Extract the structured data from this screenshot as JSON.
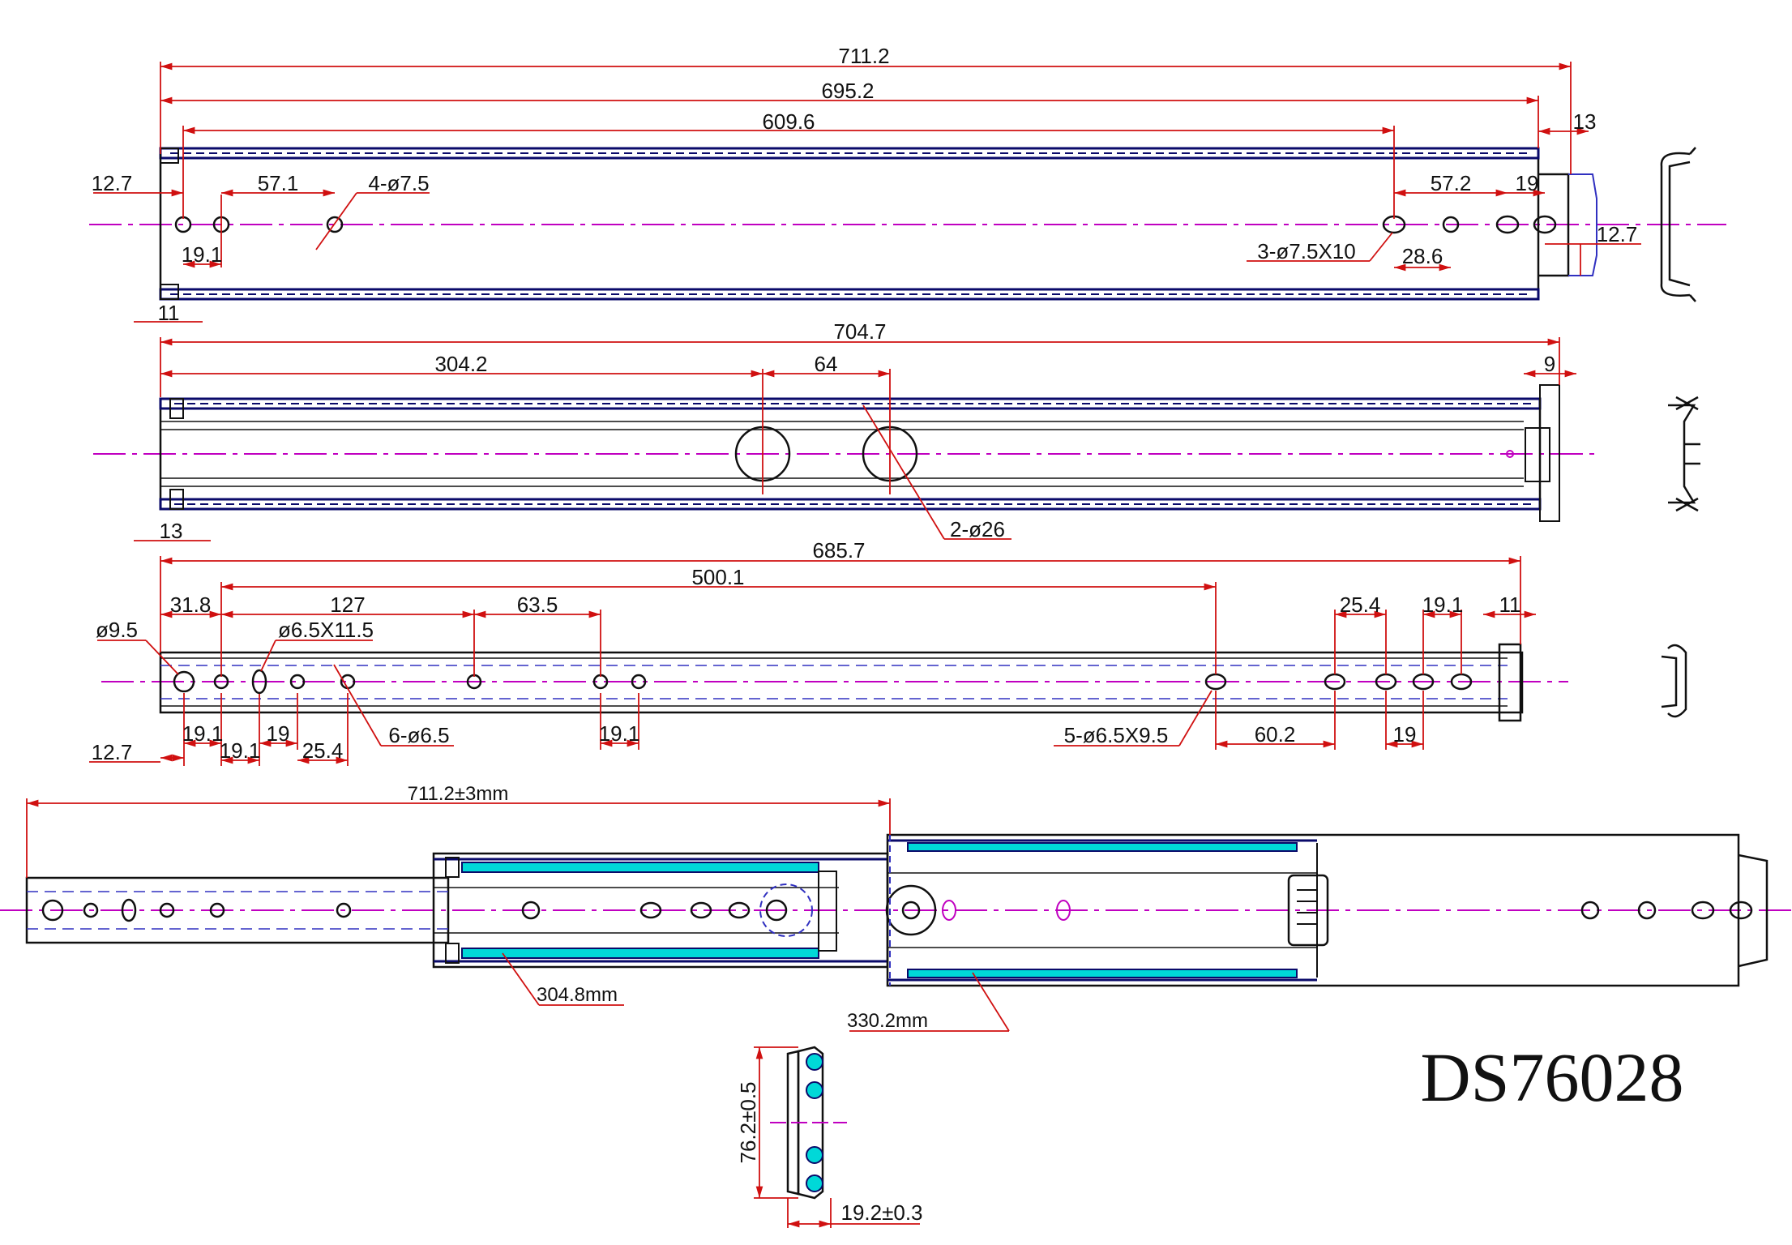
{
  "model_number": "DS76028",
  "colors": {
    "dimension": "#d01010",
    "outline": "#101010",
    "rail": "#0a0a6a",
    "centerline": "#c000c0",
    "ball": "#00d8d8",
    "hole_axis": "#3030c0"
  },
  "view1": {
    "dims": {
      "overall": "711.2",
      "mid": "695.2",
      "inner": "609.6",
      "end_gap": "13",
      "left_edge": "12.7",
      "pitch_left": "57.1",
      "holes_left": "4-ø7.5",
      "small_left": "19.1",
      "bottom_left": "11",
      "pitch_right": "57.2",
      "right_19": "19",
      "slots_right": "3-ø7.5X10",
      "right_28": "28.6",
      "right_edge": "12.7"
    }
  },
  "view2": {
    "dims": {
      "overall": "704.7",
      "to_first_hole": "304.2",
      "hole_pitch": "64",
      "right_end": "9",
      "left_end": "13",
      "holes": "2-ø26"
    }
  },
  "view3": {
    "dims": {
      "overall": "685.7",
      "span": "500.1",
      "d31": "31.8",
      "d127": "127",
      "d63": "63.5",
      "d25_4": "25.4",
      "d19_1_top": "19.1",
      "d11": "11",
      "big_hole": "ø9.5",
      "slot": "ø6.5X11.5",
      "b19_1_a": "19.1",
      "b19_1_b": "19.1",
      "b19": "19",
      "b25_4": "25.4",
      "holes": "6-ø6.5",
      "b19_1_c": "19.1",
      "slots": "5-ø6.5X9.5",
      "b60_2": "60.2",
      "b19_r": "19",
      "b12_7": "12.7"
    }
  },
  "view4": {
    "dims": {
      "extension": "711.2±3mm",
      "inner_member": "304.8mm",
      "outer_member": "330.2mm"
    }
  },
  "section": {
    "dims": {
      "height": "76.2±0.5",
      "thickness": "19.2±0.3"
    }
  }
}
